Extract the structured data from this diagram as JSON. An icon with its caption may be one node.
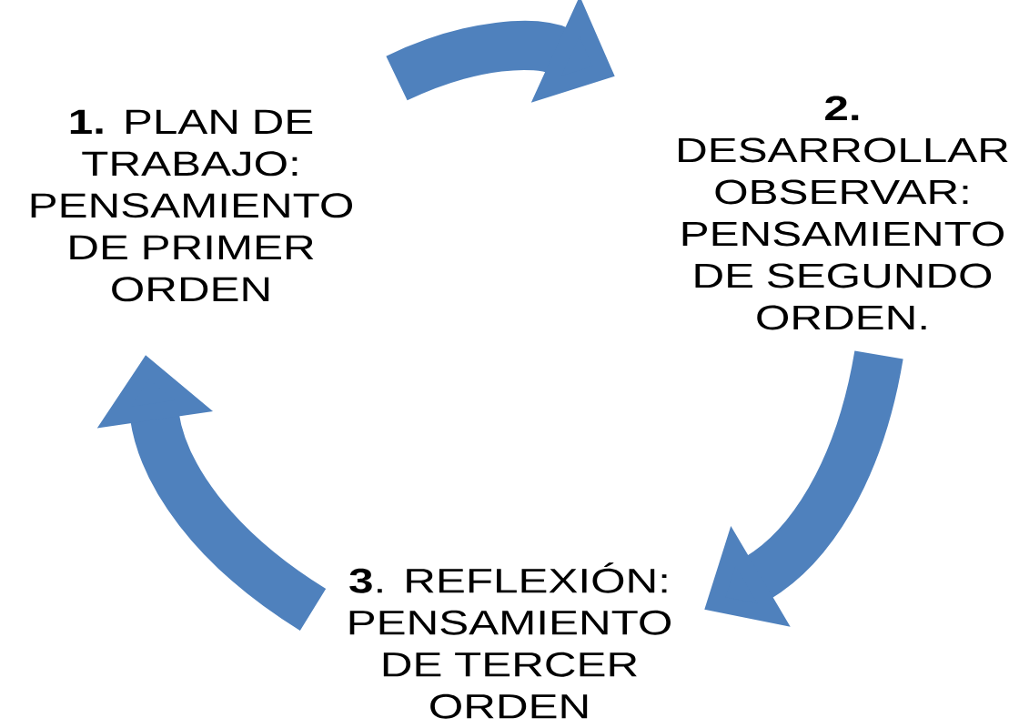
{
  "diagram": {
    "nodes": [
      {
        "text": [
          "**1.** PLAN DE TRABAJO: PENSAMIENTO DE PRIMER ORDEN"
        ]
      },
      {
        "text": [
          "**2.** DESARROLLAR OBSERVAR: PENSAMIENTO DE SEGUNDO ORDEN."
        ]
      },
      {
        "text": [
          "**3**. REFLEXIÓN: PENSAMIENTO DE TERCER ORDEN"
        ]
      }
    ],
    "edges": [
      {
        "from": 0,
        "to": 1,
        "arrow": "to",
        "color": "#4f81bd"
      },
      {
        "from": 1,
        "to": 2,
        "arrow": "to",
        "color": "#4f81bd"
      },
      {
        "from": 2,
        "to": 0,
        "arrow": "to",
        "color": "#4f81bd"
      }
    ]
  }
}
